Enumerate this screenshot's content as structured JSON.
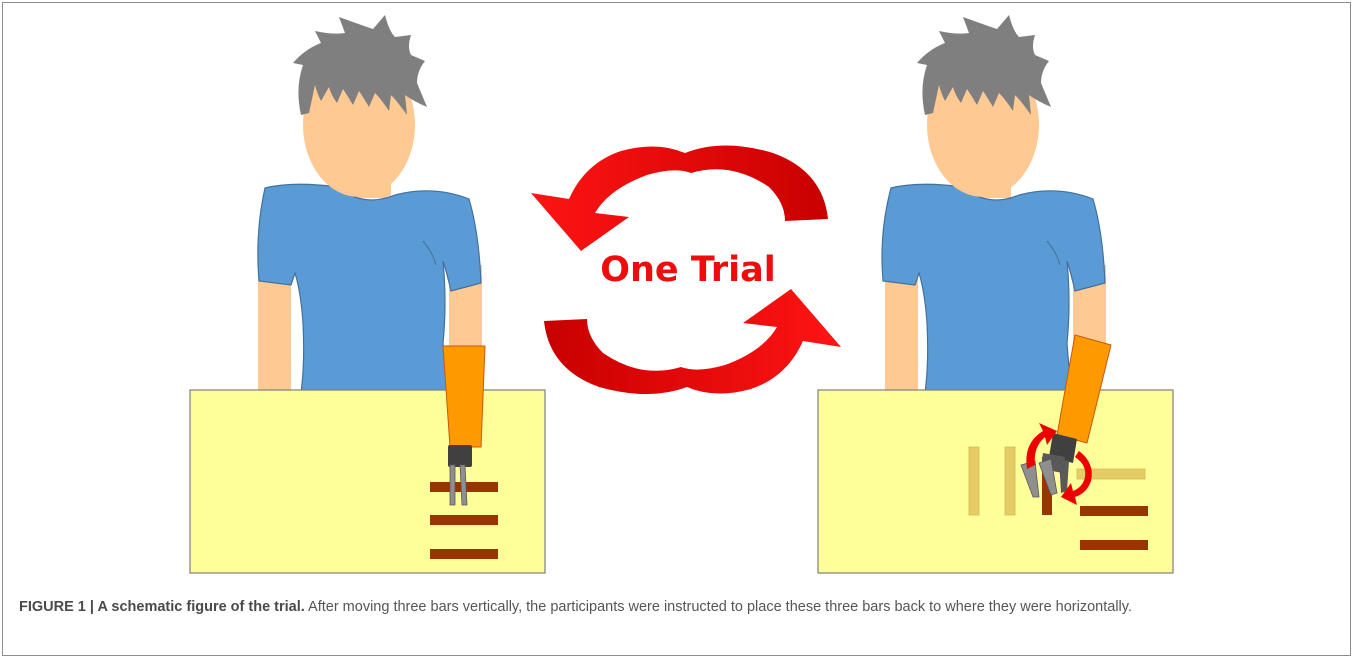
{
  "figure": {
    "center_label": "One Trial",
    "caption_title": "FIGURE 1 | A schematic figure of the trial.",
    "caption_text": " After moving three bars vertically, the participants were instructed to place these three bars back to where they were horizontally."
  },
  "colors": {
    "skin": "#ffc994",
    "hair": "#7f7f7f",
    "shirt": "#5b9bd5",
    "table": "#ffff99",
    "prosthesis_arm": "#ff9900",
    "hand_dark": "#404040",
    "finger": "#8f8f8f",
    "bar": "#993300",
    "bar_faded": "#e6cc66",
    "arrow_red": "#ee0000",
    "caption_text": "#555555"
  }
}
